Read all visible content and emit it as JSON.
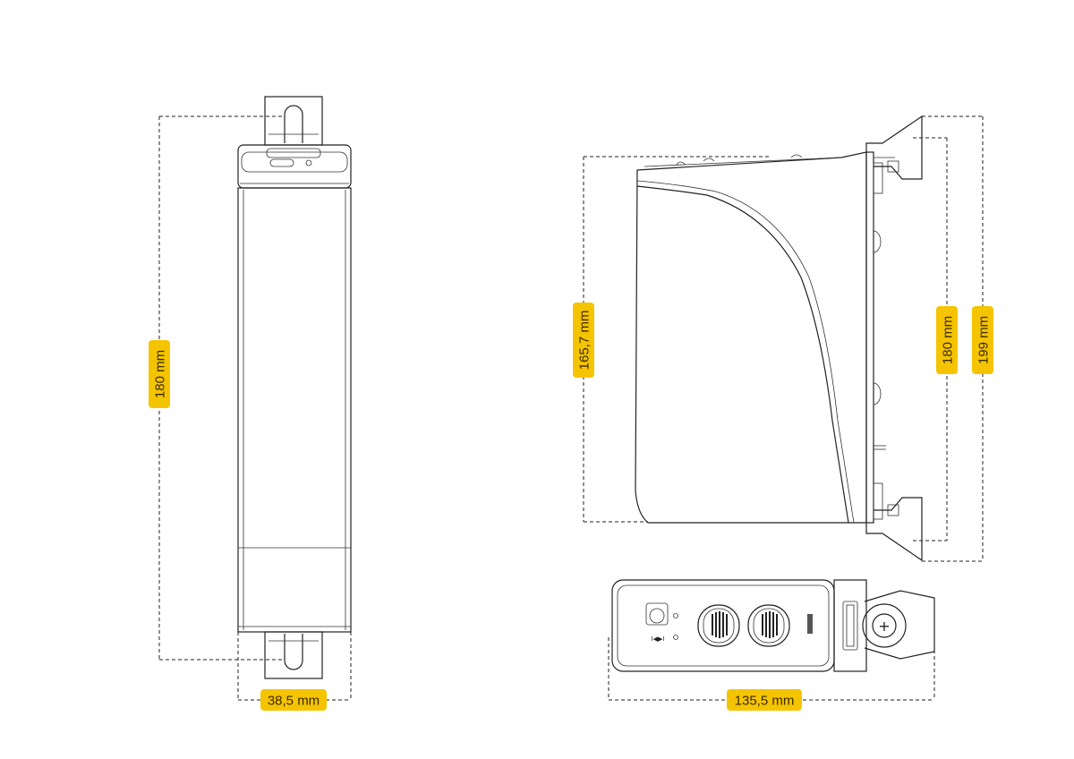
{
  "dimensions": {
    "front_height": "180 mm",
    "front_width": "38,5 mm",
    "side_body_height": "165,7 mm",
    "side_inner_height": "180 mm",
    "side_total_height": "199 mm",
    "top_length": "135,5 mm"
  },
  "controls": {
    "skip_symbol": "I◀▶I"
  },
  "colors": {
    "label_background": "#f5c400",
    "line": "#222222"
  }
}
